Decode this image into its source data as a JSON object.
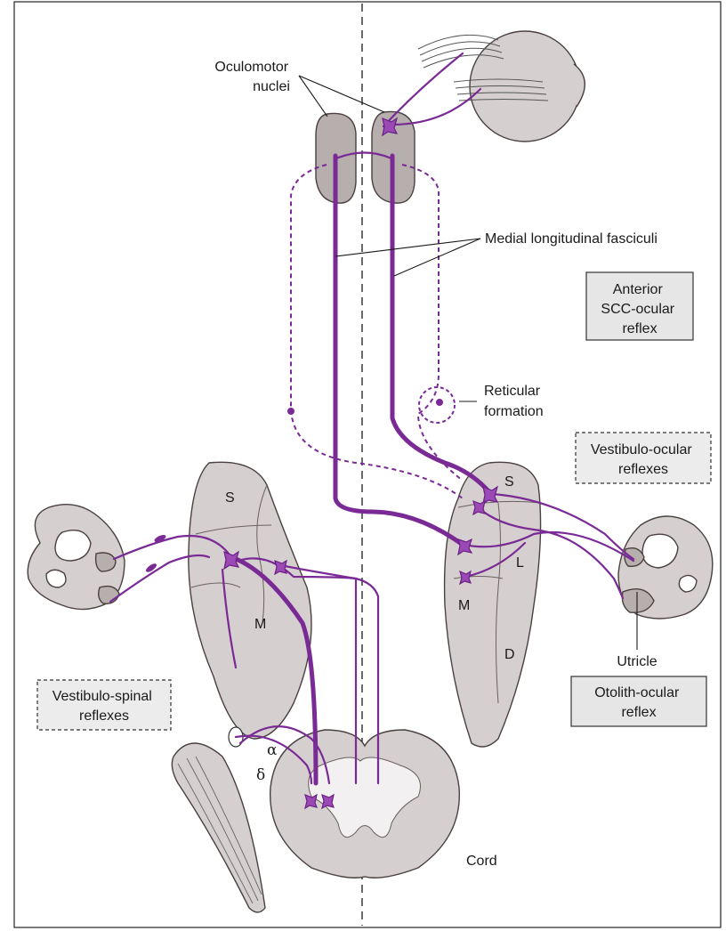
{
  "labels": {
    "oculomotor_line1": "Oculomotor",
    "oculomotor_line2": "nuclei",
    "mlf": "Medial longitudinal fasciculi",
    "reticular_line1": "Reticular",
    "reticular_line2": "formation",
    "utricle": "Utricle",
    "cord": "Cord",
    "alpha": "α",
    "delta": "δ",
    "nucleus_s_left": "S",
    "nucleus_m_left": "M",
    "nucleus_s_right": "S",
    "nucleus_l_right": "L",
    "nucleus_m_right": "M",
    "nucleus_d_right": "D"
  },
  "boxes": {
    "anterior_scc": [
      "Anterior",
      "SCC-ocular",
      "reflex"
    ],
    "vestibulo_ocular": [
      "Vestibulo-ocular",
      "reflexes"
    ],
    "vestibulo_spinal": [
      "Vestibulo-spinal",
      "reflexes"
    ],
    "otolith_ocular": [
      "Otolith-ocular",
      "reflex"
    ]
  },
  "colors": {
    "neuron": "#7a2a95",
    "structure_fill": "#d6cfcf",
    "structure_outline": "#4a4040"
  }
}
